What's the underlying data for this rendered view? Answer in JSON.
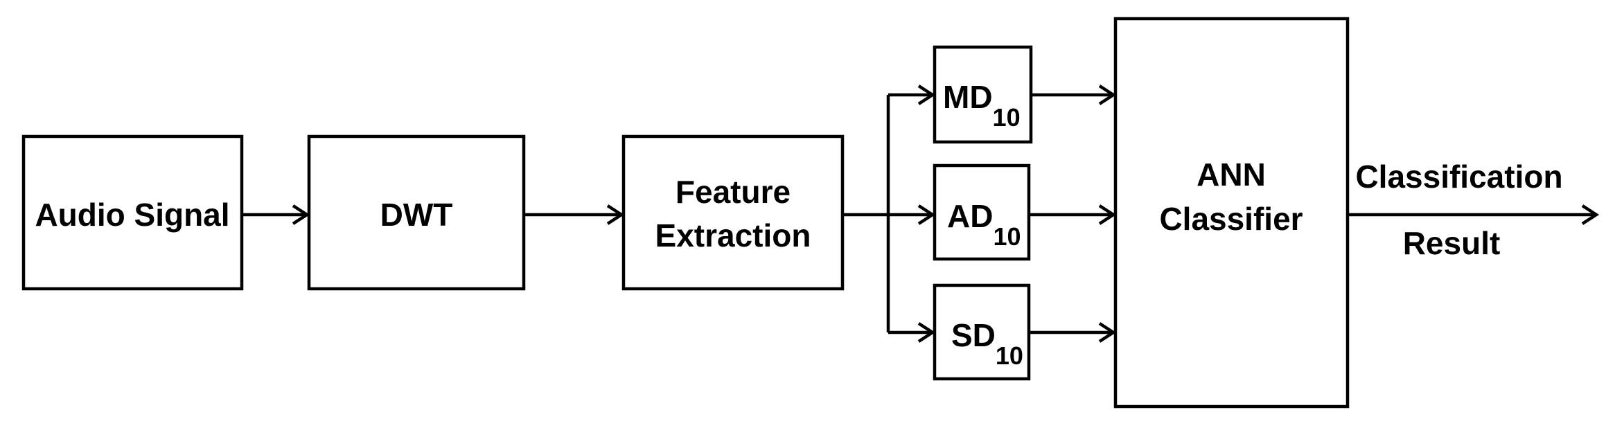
{
  "blocks": {
    "audio_signal": "Audio Signal",
    "dwt": "DWT",
    "feature_line1": "Feature",
    "feature_line2": "Extraction",
    "md_main": "MD",
    "md_sub": "10",
    "ad_main": "AD",
    "ad_sub": "10",
    "sd_main": "SD",
    "sd_sub": "10",
    "ann_line1": "ANN",
    "ann_line2": "Classifier"
  },
  "output": {
    "line1": "Classification",
    "line2": "Result"
  },
  "colors": {
    "stroke": "#000000",
    "background": "#ffffff"
  }
}
